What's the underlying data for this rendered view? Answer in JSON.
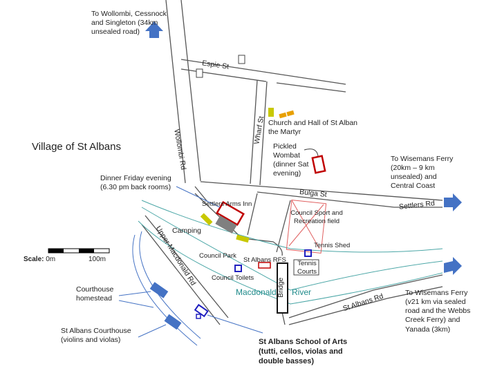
{
  "title": "Village of St Albans",
  "labels": {
    "wollombi_dir": "To Wollombi, Cessnock and Singleton (34km unsealed road)",
    "espie": "Espie St",
    "church": "Church and Hall of St Alban the Martyr",
    "wharf": "Wharf St",
    "wollombi_rd": "Wollombi Rd",
    "wombat": "Pickled Wombat (dinner Sat evening)",
    "dinner": "Dinner Friday evening (6.30 pm back rooms)",
    "wiseman1": "To Wisemans Ferry (20km – 9 km unsealed) and Central Coast",
    "bulga": "Bulga St",
    "settlers_rd": "Settlers Rd",
    "inn": "Settlers Arms Inn",
    "sport": "Council Sport and Recreation field",
    "camping": "Camping",
    "tennis_shed": "Tennis Shed",
    "tennis_courts": "Tennis Courts",
    "park": "Council Park",
    "rfs": "St Albans RFS",
    "toilets": "Council Toilets",
    "bridge": "Bridge",
    "river_a": "Macdonald",
    "river_b": "River",
    "st_albans_rd": "St Albans Rd",
    "upper_macdonald": "Upper Macdonald Rd",
    "homestead": "Courthouse homestead",
    "courthouse": "St Albans Courthouse (violins and violas)",
    "school": "St Albans School of Arts (tutti, cellos, violas and double basses)",
    "wiseman2": "To Wisemans Ferry (v21 km via sealed road and the Webbs Creek Ferry) and Yanada (3km)"
  },
  "scale": {
    "label": "Scale:",
    "start": "0m",
    "end": "100m"
  },
  "colors": {
    "arrow": "#4472c4",
    "road": "#555555",
    "river": "#4aa6a6",
    "building": "#c00000",
    "camping": "#c8c800"
  }
}
